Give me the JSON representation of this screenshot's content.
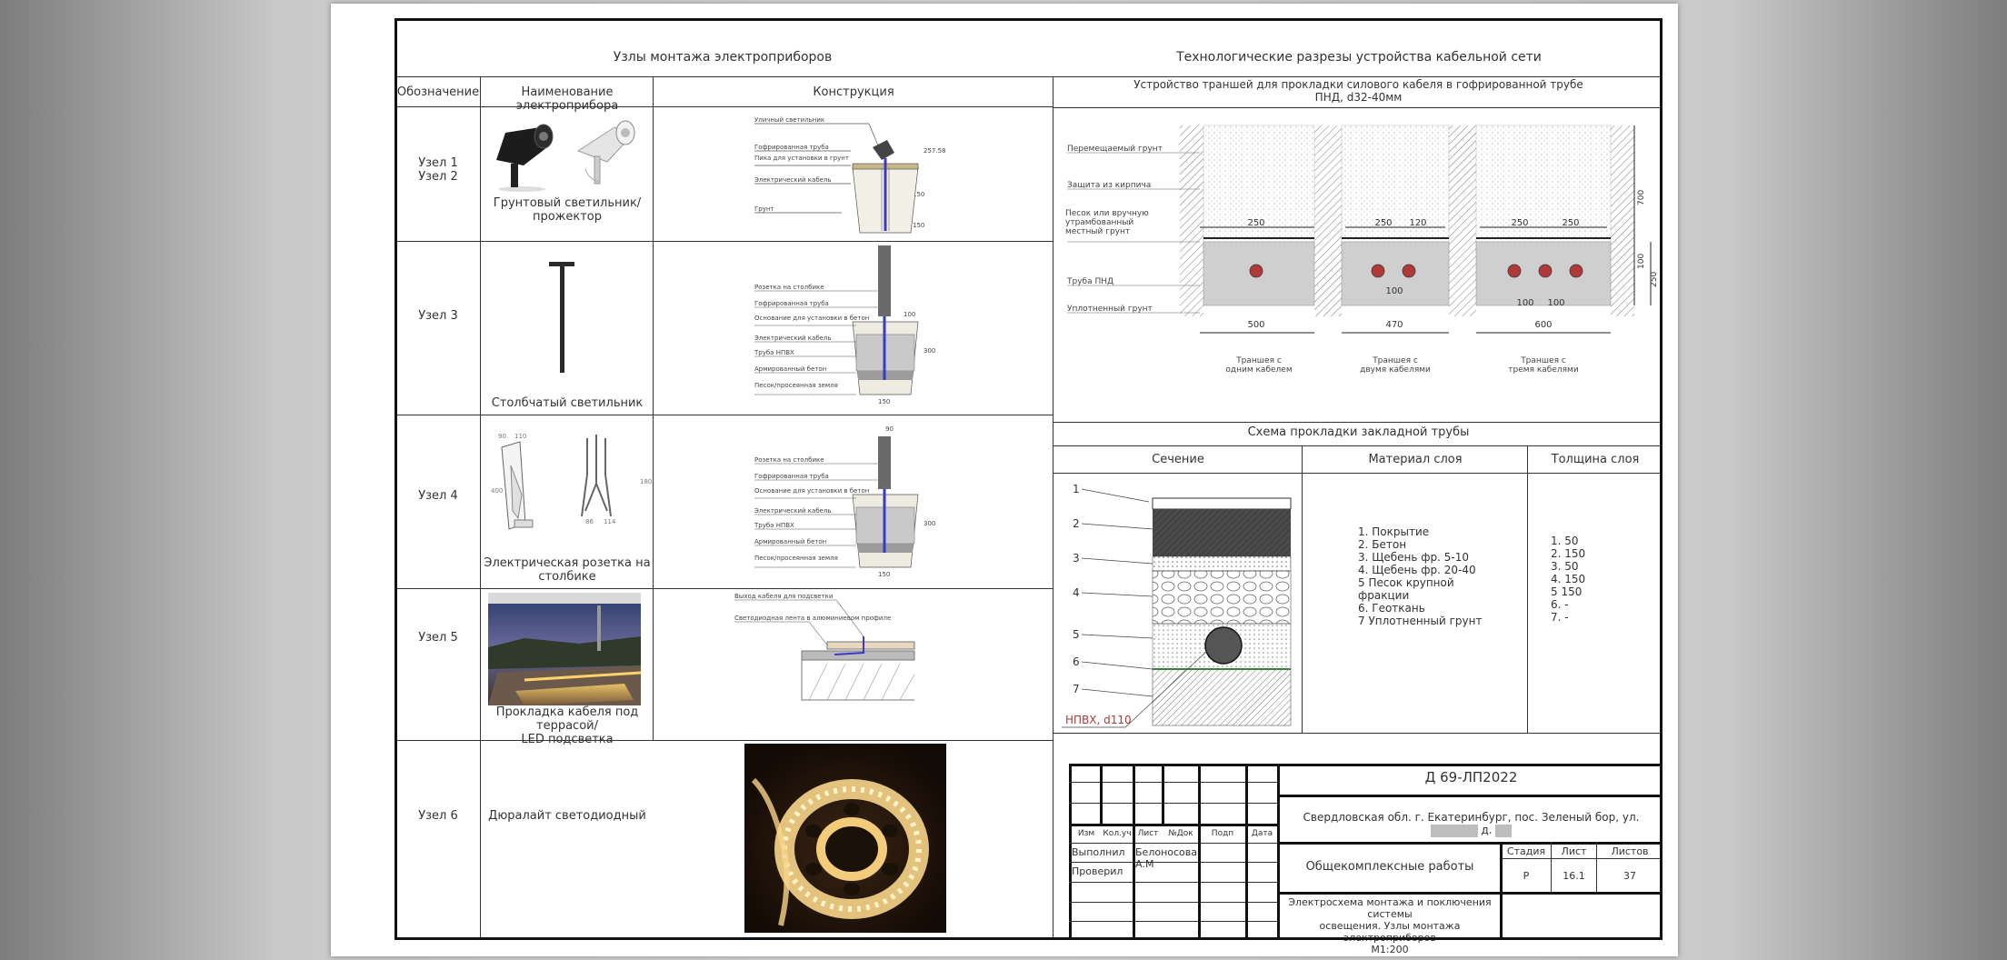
{
  "left_title": "Узлы монтажа электроприборов",
  "right_title": "Технологические разрезы устройства кабельной сети",
  "table_headers": {
    "designation": "Обозначение",
    "name": "Наименование электроприбора",
    "construction": "Конструкция"
  },
  "nodes": [
    {
      "designation": "Узел 1\nУзел 2",
      "name": "Грунтовый светильник/\nпрожектор"
    },
    {
      "designation": "Узел 3",
      "name": "Столбчатый светильник"
    },
    {
      "designation": "Узел 4",
      "name": "Электрическая розетка на\nстолбике"
    },
    {
      "designation": "Узел 5",
      "name": "Прокладка кабеля под террасой/\nLED подсветка"
    },
    {
      "designation": "Узел 6",
      "name": "Дюралайт светодиодный"
    }
  ],
  "node1_labels": [
    "Уличный светильник",
    "Гофрированная труба",
    "Пика для установки в грунт",
    "Электрический кабель",
    "Грунт"
  ],
  "node1_dims": [
    "257.58",
    "150",
    "150"
  ],
  "node3_labels": [
    "Розетка на столбике",
    "Гофрированная труба",
    "Основание для установки в бетон",
    "Электрический кабель",
    "Труба НПВХ",
    "Армированный бетон",
    "Песок/просеянная земля"
  ],
  "node3_dims": [
    "150",
    "300",
    "100"
  ],
  "node4_labels": [
    "Розетка на столбике",
    "Гофрированная труба",
    "Основание для установки в бетон",
    "Электрический кабель",
    "Труба НПВХ",
    "Армированный бетон",
    "Песок/просеянная земля"
  ],
  "node4_dims": [
    "150",
    "300",
    "90"
  ],
  "node4_product_dims": [
    "90",
    "110",
    "400",
    "86",
    "114",
    "180"
  ],
  "node5_labels": [
    "Выход кабеля для подсветки",
    "Светодиодная лента в алюминиевом профиле"
  ],
  "trench_title": "Устройство траншей для прокладки силового кабеля в гофрированной трубе\nПНД, d32-40мм",
  "trench_layers": [
    "Перемещаемый грунт",
    "Защита из кирпича",
    "Песок или вручную утрамбованный местный грунт",
    "Труба ПНД",
    "Уплотненный грунт"
  ],
  "trench_dims": {
    "t1_top": "250",
    "t1_bottom": "500",
    "t2_top": [
      "250",
      "120"
    ],
    "t2_inner": "100",
    "t2_bottom": "470",
    "t3_top": [
      "250",
      "250"
    ],
    "t3_inner": [
      "100",
      "100"
    ],
    "t3_bottom": "600",
    "depth1": "700",
    "depth2": "250",
    "depth3": "100"
  },
  "trench_captions": [
    "Траншея с\nодним кабелем",
    "Траншея с\nдвумя кабелями",
    "Траншея с\nтремя кабелями"
  ],
  "pipe_scheme_title": "Схема прокладки закладной трубы",
  "pipe_headers": {
    "section": "Сечение",
    "material": "Материал слоя",
    "thickness": "Толщина слоя"
  },
  "layer_numbers": [
    "1",
    "2",
    "3",
    "4",
    "5",
    "6",
    "7"
  ],
  "pipe_label": "НПВХ, d110",
  "materials": "1. Покрытие\n2. Бетон\n3. Щебень фр. 5-10\n4. Щебень фр. 20-40\n5 Песок крупной\nфракции\n6. Геоткань\n7 Уплотненный грунт",
  "thicknesses": "1. 50\n2. 150\n3. 50\n4. 150\n5 150\n6. -\n7. -",
  "stamp": {
    "doc_code": "Д 69-ЛП2022",
    "address": "Свердловская обл. г. Екатеринбург, пос. Зеленый бор, ул.",
    "address_suffix": "д.",
    "col_headers": [
      "Изм",
      "Кол.уч",
      "Лист",
      "№Док",
      "Подп",
      "Дата"
    ],
    "executed": "Выполнил",
    "checked": "Проверил",
    "executor_name": "Белоносова А.М",
    "work_type": "Общекомплексные работы",
    "stage_label": "Стадия",
    "sheet_label": "Лист",
    "sheets_label": "Листов",
    "stage": "Р",
    "sheet": "16.1",
    "sheets": "37",
    "description": "Электросхема монтажа и поключения системы\nосвещения. Узлы монтажа электроприборов\nМ1:200"
  },
  "colors": {
    "pipe_red": "#b03a3a",
    "blue_cable": "#3a3ac8",
    "frame": "#111111"
  }
}
